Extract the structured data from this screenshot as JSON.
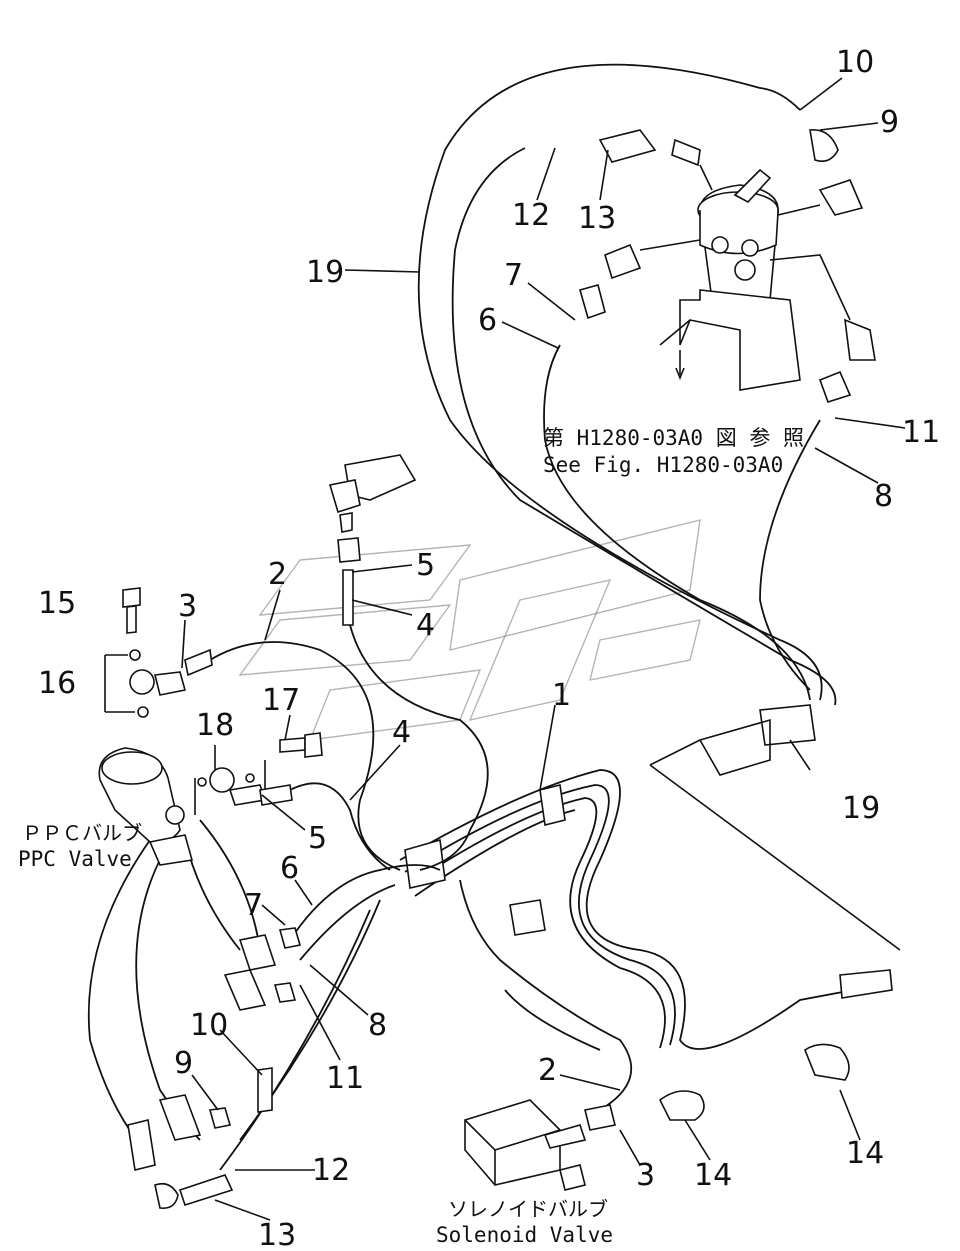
{
  "diagram": {
    "callouts": [
      {
        "id": "c10a",
        "text": "10"
      },
      {
        "id": "c9a",
        "text": "9"
      },
      {
        "id": "c12a",
        "text": "12"
      },
      {
        "id": "c13a",
        "text": "13"
      },
      {
        "id": "c19a",
        "text": "19"
      },
      {
        "id": "c7a",
        "text": "7"
      },
      {
        "id": "c6a",
        "text": "6"
      },
      {
        "id": "c11a",
        "text": "11"
      },
      {
        "id": "c8a",
        "text": "8"
      },
      {
        "id": "c5a",
        "text": "5"
      },
      {
        "id": "c4a",
        "text": "4"
      },
      {
        "id": "c2a",
        "text": "2"
      },
      {
        "id": "c3a",
        "text": "3"
      },
      {
        "id": "c15",
        "text": "15"
      },
      {
        "id": "c16",
        "text": "16"
      },
      {
        "id": "c1",
        "text": "1"
      },
      {
        "id": "c17",
        "text": "17"
      },
      {
        "id": "c18",
        "text": "18"
      },
      {
        "id": "c4b",
        "text": "4"
      },
      {
        "id": "c5b",
        "text": "5"
      },
      {
        "id": "c19b",
        "text": "19"
      },
      {
        "id": "c6b",
        "text": "6"
      },
      {
        "id": "c7b",
        "text": "7"
      },
      {
        "id": "c8b",
        "text": "8"
      },
      {
        "id": "c11b",
        "text": "11"
      },
      {
        "id": "c10b",
        "text": "10"
      },
      {
        "id": "c9b",
        "text": "9"
      },
      {
        "id": "c12b",
        "text": "12"
      },
      {
        "id": "c13b",
        "text": "13"
      },
      {
        "id": "c2b",
        "text": "2"
      },
      {
        "id": "c3b",
        "text": "3"
      },
      {
        "id": "c14a",
        "text": "14"
      },
      {
        "id": "c14b",
        "text": "14"
      }
    ],
    "notes": {
      "see_fig_jp": "第 H1280-03A0 図 参 照",
      "see_fig_en": "See Fig. H1280-03A0",
      "ppc_jp": "ＰＰＣバルブ",
      "ppc_en": "PPC  Valve",
      "solenoid_jp": "ソレノイドバルブ",
      "solenoid_en": "Solenoid  Valve"
    }
  }
}
